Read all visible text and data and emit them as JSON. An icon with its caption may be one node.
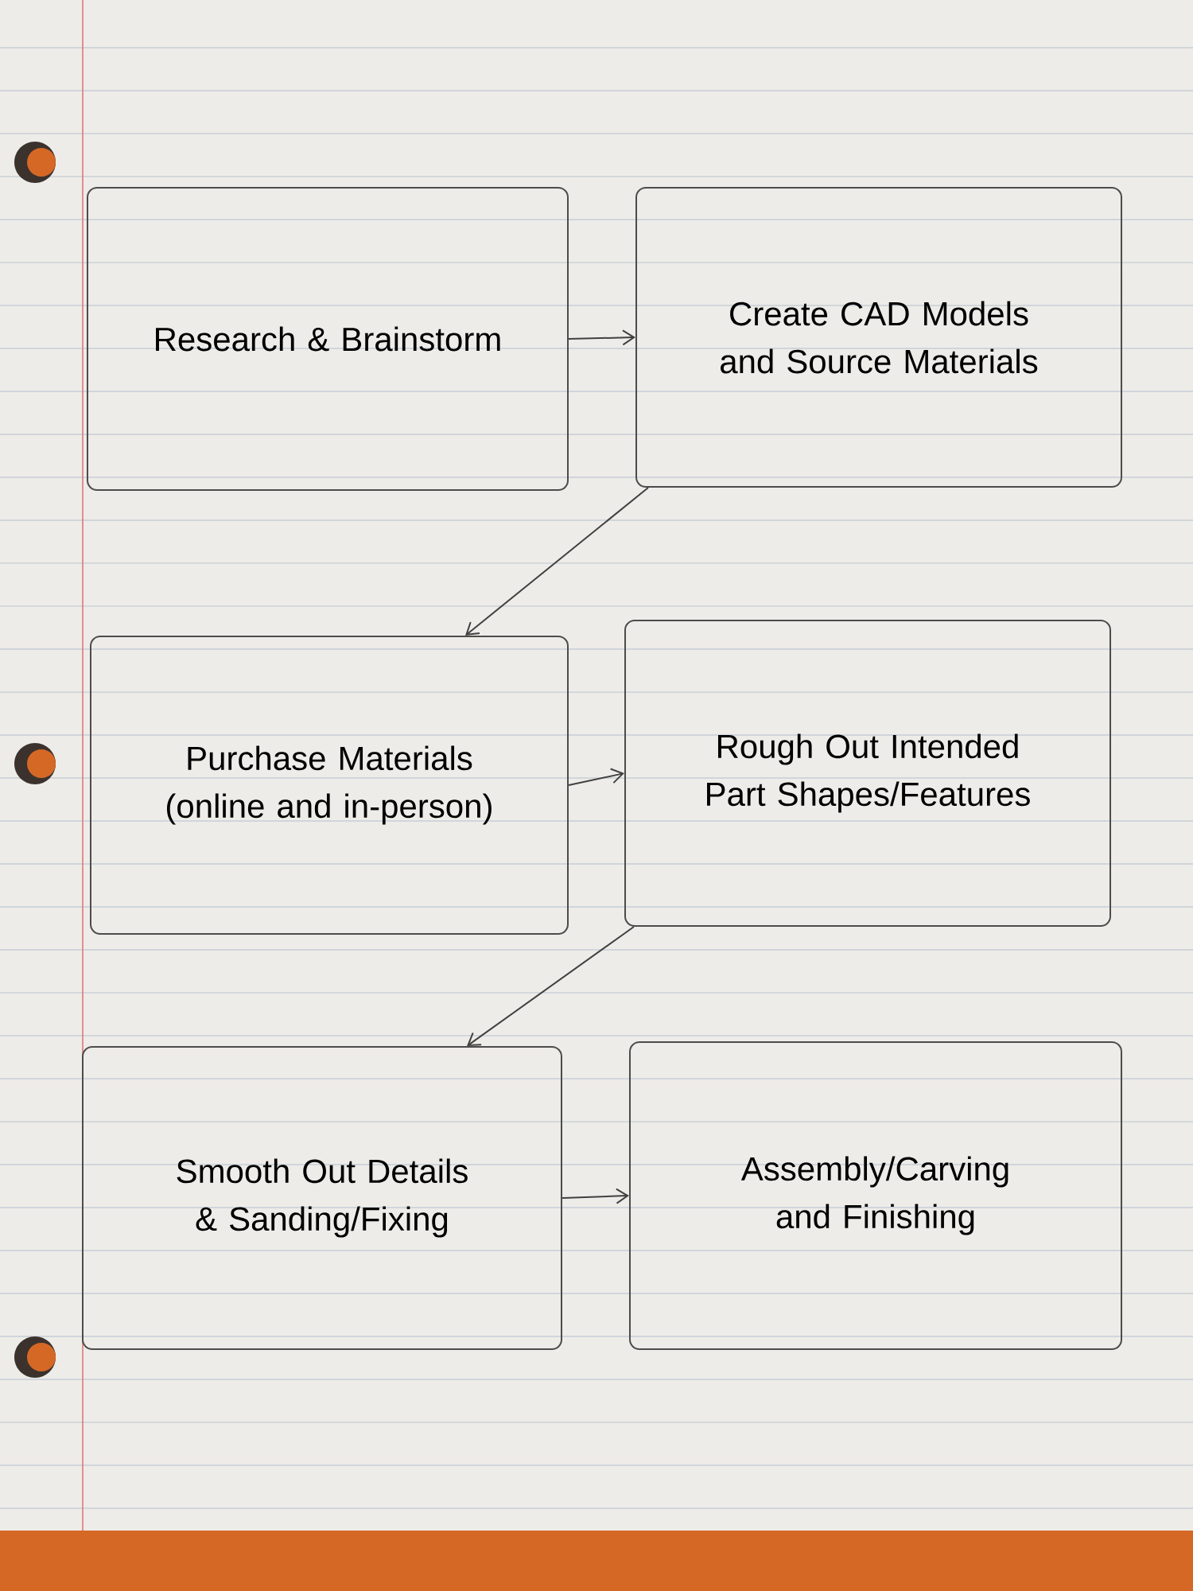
{
  "diagram": {
    "nodes": [
      {
        "text": [
          "Research & Brainstorm"
        ]
      },
      {
        "text": [
          "Create CAD Models and Source Materials"
        ]
      },
      {
        "text": [
          "Purchase Materials (online and in-person)"
        ]
      },
      {
        "text": [
          "Rough Out Intended Part Shapes/Features"
        ]
      },
      {
        "text": [
          "Smooth Out Details & Sanding/Fixing"
        ]
      },
      {
        "text": [
          "Assembly/Carving and Finishing"
        ]
      }
    ],
    "edges": [
      {
        "from": 0,
        "to": 1,
        "arrow": "to"
      },
      {
        "from": 1,
        "to": 2,
        "arrow": "to"
      },
      {
        "from": 2,
        "to": 3,
        "arrow": "to"
      },
      {
        "from": 3,
        "to": 4,
        "arrow": "to"
      },
      {
        "from": 4,
        "to": 5,
        "arrow": "to"
      }
    ]
  }
}
